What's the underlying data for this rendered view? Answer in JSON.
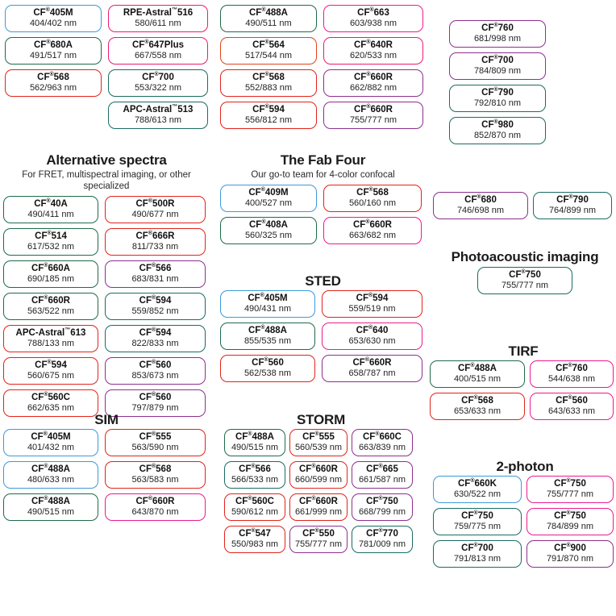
{
  "colors": {
    "blue": "#3b9ad9",
    "green": "#1f6b4a",
    "red": "#e2231a",
    "magenta": "#ec1a72",
    "purple": "#8e2f8e",
    "teal": "#1b6b63",
    "orange": "#e2441a",
    "pink": "#ec1a8f"
  },
  "sections": [
    {
      "id": "top-left",
      "title": "",
      "subtitle": "",
      "columns": [
        {
          "cells": [
            {
              "name": "CF",
              "sup": "®",
              "suffix": "405M",
              "wl": "404/402 nm",
              "color": "blue"
            },
            {
              "name": "CF",
              "sup": "®",
              "suffix": "680A",
              "wl": "491/517 nm",
              "color": "green"
            },
            {
              "name": "CF",
              "sup": "®",
              "suffix": "568",
              "wl": "562/963 nm",
              "color": "red"
            }
          ]
        },
        {
          "cells": [
            {
              "name": "RPE-Astral",
              "sup": "™",
              "suffix": "516",
              "wl": "580/611 nm",
              "color": "magenta"
            },
            {
              "name": "CF",
              "sup": "®",
              "suffix": "647Plus",
              "wl": "667/558 nm",
              "color": "magenta"
            },
            {
              "name": "CF",
              "sup": "®",
              "suffix": "700",
              "wl": "553/322 nm",
              "color": "teal"
            },
            {
              "name": "APC-Astral",
              "sup": "™",
              "suffix": "513",
              "wl": "788/613 nm",
              "color": "teal"
            }
          ]
        }
      ]
    },
    {
      "id": "top-mid",
      "title": "",
      "subtitle": "",
      "columns": [
        {
          "cells": [
            {
              "name": "CF",
              "sup": "®",
              "suffix": "488A",
              "wl": "490/511 nm",
              "color": "green"
            },
            {
              "name": "CF",
              "sup": "®",
              "suffix": "564",
              "wl": "517/544 nm",
              "color": "orange"
            },
            {
              "name": "CF",
              "sup": "®",
              "suffix": "568",
              "wl": "552/883 nm",
              "color": "red"
            },
            {
              "name": "CF",
              "sup": "®",
              "suffix": "594",
              "wl": "556/812 nm",
              "color": "red"
            }
          ]
        },
        {
          "cells": [
            {
              "name": "CF",
              "sup": "®",
              "suffix": "663",
              "wl": "603/938 nm",
              "color": "pink"
            },
            {
              "name": "CF",
              "sup": "®",
              "suffix": "640R",
              "wl": "620/533 nm",
              "color": "magenta"
            },
            {
              "name": "CF",
              "sup": "®",
              "suffix": "660R",
              "wl": "662/882 nm",
              "color": "purple"
            },
            {
              "name": "CF",
              "sup": "®",
              "suffix": "660R",
              "wl": "755/777 nm",
              "color": "purple"
            }
          ]
        }
      ]
    },
    {
      "id": "top-right",
      "title": "",
      "subtitle": "",
      "columns": [
        {
          "cells": [
            {
              "name": "CF",
              "sup": "®",
              "suffix": "760",
              "wl": "681/998 nm",
              "color": "purple"
            },
            {
              "name": "CF",
              "sup": "®",
              "suffix": "700",
              "wl": "784/809 nm",
              "color": "purple"
            },
            {
              "name": "CF",
              "sup": "®",
              "suffix": "790",
              "wl": "792/810 nm",
              "color": "teal"
            },
            {
              "name": "CF",
              "sup": "®",
              "suffix": "980",
              "wl": "852/870 nm",
              "color": "teal"
            }
          ]
        }
      ]
    },
    {
      "id": "alternative-spectra",
      "title": "Alternative spectra",
      "subtitle": "For FRET, multispectral imaging, or other specialized",
      "columns": [
        {
          "cells": [
            {
              "name": "CF",
              "sup": "®",
              "suffix": "40A",
              "wl": "490/411 nm",
              "color": "green"
            },
            {
              "name": "CF",
              "sup": "®",
              "suffix": "514",
              "wl": "617/532 nm",
              "color": "green"
            },
            {
              "name": "CF",
              "sup": "®",
              "suffix": "660A",
              "wl": "690/185 nm",
              "color": "green"
            },
            {
              "name": "CF",
              "sup": "®",
              "suffix": "660R",
              "wl": "563/522 nm",
              "color": "green"
            },
            {
              "name": "APC-Astral",
              "sup": "™",
              "suffix": "613",
              "wl": "788/133 nm",
              "color": "red"
            },
            {
              "name": "CF",
              "sup": "®",
              "suffix": "594",
              "wl": "560/675 nm",
              "color": "red"
            },
            {
              "name": "CF",
              "sup": "®",
              "suffix": "560C",
              "wl": "662/635 nm",
              "color": "red"
            }
          ]
        },
        {
          "cells": [
            {
              "name": "CF",
              "sup": "®",
              "suffix": "500R",
              "wl": "490/677 nm",
              "color": "red"
            },
            {
              "name": "CF",
              "sup": "®",
              "suffix": "666R",
              "wl": "811/733 nm",
              "color": "red"
            },
            {
              "name": "CF",
              "sup": "®",
              "suffix": "566",
              "wl": "683/831 nm",
              "color": "purple"
            },
            {
              "name": "CF",
              "sup": "®",
              "suffix": "594",
              "wl": "559/852 nm",
              "color": "teal"
            },
            {
              "name": "CF",
              "sup": "®",
              "suffix": "594",
              "wl": "822/833 nm",
              "color": "teal"
            },
            {
              "name": "CF",
              "sup": "®",
              "suffix": "560",
              "wl": "853/673 nm",
              "color": "purple"
            },
            {
              "name": "CF",
              "sup": "®",
              "suffix": "560",
              "wl": "797/879 nm",
              "color": "purple"
            }
          ]
        }
      ]
    },
    {
      "id": "fab-four",
      "title": "The Fab Four",
      "subtitle": "Our go-to team for 4-color confocal",
      "columns": [
        {
          "cells": [
            {
              "name": "CF",
              "sup": "®",
              "suffix": "409M",
              "wl": "400/527 nm",
              "color": "blue"
            },
            {
              "name": "CF",
              "sup": "®",
              "suffix": "408A",
              "wl": "560/325 nm",
              "color": "green"
            }
          ]
        },
        {
          "cells": [
            {
              "name": "CF",
              "sup": "®",
              "suffix": "568",
              "wl": "560/160 nm",
              "color": "red"
            },
            {
              "name": "CF",
              "sup": "®",
              "suffix": "660R",
              "wl": "663/682 nm",
              "color": "pink"
            }
          ]
        }
      ]
    },
    {
      "id": "sted",
      "title": "STED",
      "subtitle": "",
      "columns": [
        {
          "cells": [
            {
              "name": "CF",
              "sup": "®",
              "suffix": "405M",
              "wl": "490/431 nm",
              "color": "blue"
            },
            {
              "name": "CF",
              "sup": "®",
              "suffix": "488A",
              "wl": "855/535 nm",
              "color": "green"
            },
            {
              "name": "CF",
              "sup": "®",
              "suffix": "560",
              "wl": "562/538 nm",
              "color": "red"
            }
          ]
        },
        {
          "cells": [
            {
              "name": "CF",
              "sup": "®",
              "suffix": "594",
              "wl": "559/519 nm",
              "color": "red"
            },
            {
              "name": "CF",
              "sup": "®",
              "suffix": "640",
              "wl": "653/630 nm",
              "color": "pink"
            },
            {
              "name": "CF",
              "sup": "®",
              "suffix": "660R",
              "wl": "658/787 nm",
              "color": "purple"
            }
          ]
        }
      ]
    },
    {
      "id": "sim",
      "title": "SIM",
      "subtitle": "",
      "columns": [
        {
          "cells": [
            {
              "name": "CF",
              "sup": "®",
              "suffix": "405M",
              "wl": "401/432 nm",
              "color": "blue"
            },
            {
              "name": "CF",
              "sup": "®",
              "suffix": "488A",
              "wl": "480/633 nm",
              "color": "blue"
            },
            {
              "name": "CF",
              "sup": "®",
              "suffix": "488A",
              "wl": "490/515 nm",
              "color": "green"
            }
          ]
        },
        {
          "cells": [
            {
              "name": "CF",
              "sup": "®",
              "suffix": "555",
              "wl": "563/590 nm",
              "color": "red"
            },
            {
              "name": "CF",
              "sup": "®",
              "suffix": "568",
              "wl": "563/583 nm",
              "color": "red"
            },
            {
              "name": "CF",
              "sup": "®",
              "suffix": "660R",
              "wl": "643/870 nm",
              "color": "pink"
            }
          ]
        }
      ]
    },
    {
      "id": "storm",
      "title": "STORM",
      "subtitle": "",
      "columns": [
        {
          "cells": [
            {
              "name": "CF",
              "sup": "®",
              "suffix": "488A",
              "wl": "490/515 nm",
              "color": "green"
            },
            {
              "name": "CF",
              "sup": "®",
              "suffix": "566",
              "wl": "566/533 nm",
              "color": "teal"
            },
            {
              "name": "CF",
              "sup": "®",
              "suffix": "560C",
              "wl": "590/612 nm",
              "color": "red"
            },
            {
              "name": "CF",
              "sup": "®",
              "suffix": "547",
              "wl": "550/983 nm",
              "color": "red"
            }
          ]
        },
        {
          "cells": [
            {
              "name": "CF",
              "sup": "®",
              "suffix": "555",
              "wl": "560/539 nm",
              "color": "red"
            },
            {
              "name": "CF",
              "sup": "®",
              "suffix": "660R",
              "wl": "660/599 nm",
              "color": "red"
            },
            {
              "name": "CF",
              "sup": "®",
              "suffix": "660R",
              "wl": "661/999 nm",
              "color": "red"
            },
            {
              "name": "CF",
              "sup": "®",
              "suffix": "550",
              "wl": "755/777 nm",
              "color": "purple"
            }
          ]
        },
        {
          "cells": [
            {
              "name": "CF",
              "sup": "®",
              "suffix": "660C",
              "wl": "663/839 nm",
              "color": "purple"
            },
            {
              "name": "CF",
              "sup": "®",
              "suffix": "665",
              "wl": "661/587 nm",
              "color": "purple"
            },
            {
              "name": "CF",
              "sup": "®",
              "suffix": "750",
              "wl": "668/799 nm",
              "color": "purple"
            },
            {
              "name": "CF",
              "sup": "®",
              "suffix": "770",
              "wl": "781/009 nm",
              "color": "teal"
            }
          ]
        }
      ]
    },
    {
      "id": "right-pair",
      "title": "",
      "subtitle": "",
      "columns": [
        {
          "cells": [
            {
              "name": "CF",
              "sup": "®",
              "suffix": "680",
              "wl": "746/698 nm",
              "color": "purple"
            }
          ]
        },
        {
          "cells": [
            {
              "name": "CF",
              "sup": "®",
              "suffix": "790",
              "wl": "764/899 nm",
              "color": "teal"
            }
          ]
        }
      ]
    },
    {
      "id": "photoacoustic",
      "title": "Photoacoustic imaging",
      "subtitle": "",
      "columns": [
        {
          "cells": [
            {
              "name": "CF",
              "sup": "®",
              "suffix": "750",
              "wl": "755/777 nm",
              "color": "teal"
            }
          ]
        }
      ]
    },
    {
      "id": "tirf",
      "title": "TIRF",
      "subtitle": "",
      "columns": [
        {
          "cells": [
            {
              "name": "CF",
              "sup": "®",
              "suffix": "488A",
              "wl": "400/515 nm",
              "color": "green"
            },
            {
              "name": "CF",
              "sup": "®",
              "suffix": "568",
              "wl": "653/633 nm",
              "color": "red"
            }
          ]
        },
        {
          "cells": [
            {
              "name": "CF",
              "sup": "®",
              "suffix": "760",
              "wl": "544/638 nm",
              "color": "pink"
            },
            {
              "name": "CF",
              "sup": "®",
              "suffix": "560",
              "wl": "643/633 nm",
              "color": "pink"
            }
          ]
        }
      ]
    },
    {
      "id": "two-photon",
      "title": "2-photon",
      "subtitle": "",
      "columns": [
        {
          "cells": [
            {
              "name": "CF",
              "sup": "®",
              "suffix": "660K",
              "wl": "630/522 nm",
              "color": "blue"
            },
            {
              "name": "CF",
              "sup": "®",
              "suffix": "750",
              "wl": "759/775 nm",
              "color": "teal"
            },
            {
              "name": "CF",
              "sup": "®",
              "suffix": "700",
              "wl": "791/813 nm",
              "color": "teal"
            }
          ]
        },
        {
          "cells": [
            {
              "name": "CF",
              "sup": "®",
              "suffix": "750",
              "wl": "755/777 nm",
              "color": "pink"
            },
            {
              "name": "CF",
              "sup": "®",
              "suffix": "750",
              "wl": "784/899 nm",
              "color": "pink"
            },
            {
              "name": "CF",
              "sup": "®",
              "suffix": "900",
              "wl": "791/870 nm",
              "color": "purple"
            }
          ]
        }
      ]
    }
  ]
}
